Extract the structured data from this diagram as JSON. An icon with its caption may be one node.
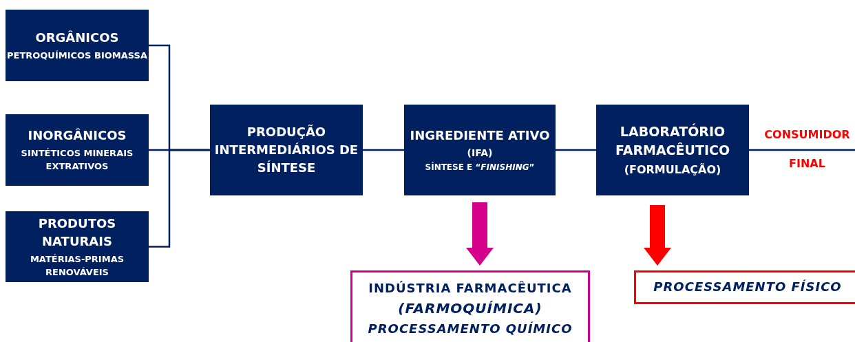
{
  "diagram": {
    "nodes": [
      {
        "text": [
          "ORGÂNICOS",
          "PETROQUÍMICOS BIOMASSA"
        ]
      },
      {
        "text": [
          "INORGÂNICOS",
          "SINTÉTICOS MINERAIS EXTRATIVOS"
        ]
      },
      {
        "text": [
          "PRODUTOS NATURAIS",
          "MATÉRIAS-PRIMAS RENOVÁVEIS"
        ]
      },
      {
        "text": [
          "PRODUÇÃO INTERMEDIÁRIOS DE SÍNTESE"
        ]
      },
      {
        "text": [
          "INGREDIENTE ATIVO",
          "(IFA)",
          "SÍNTESE E “*FINISHING*”"
        ]
      },
      {
        "text": [
          "LABORATÓRIO FARMACÊUTICO",
          "(FORMULAÇÃO)"
        ]
      },
      {
        "text": [
          "INDÚSTRIA FARMACÊUTICA",
          "(FARMOQUÍMICA)",
          "PROCESSAMENTO QUÍMICO"
        ]
      },
      {
        "text": [
          "PROCESSAMENTO FÍSICO"
        ]
      }
    ],
    "edges": [
      {
        "from": 0,
        "to": 3,
        "arrow": "none"
      },
      {
        "from": 1,
        "to": 3,
        "arrow": "none"
      },
      {
        "from": 2,
        "to": 3,
        "arrow": "none"
      },
      {
        "from": 3,
        "to": 4,
        "arrow": "none"
      },
      {
        "from": 4,
        "to": 5,
        "arrow": "none"
      },
      {
        "from": 5,
        "to": null,
        "arrow": "none"
      },
      {
        "from": 4,
        "to": 6,
        "arrow": "to",
        "style": "thick",
        "color": "#d4008c"
      },
      {
        "from": 5,
        "to": 7,
        "arrow": "to",
        "style": "thick",
        "color": "#ff0000"
      }
    ],
    "labels": [
      "CONSUMIDOR",
      "FINAL"
    ]
  }
}
